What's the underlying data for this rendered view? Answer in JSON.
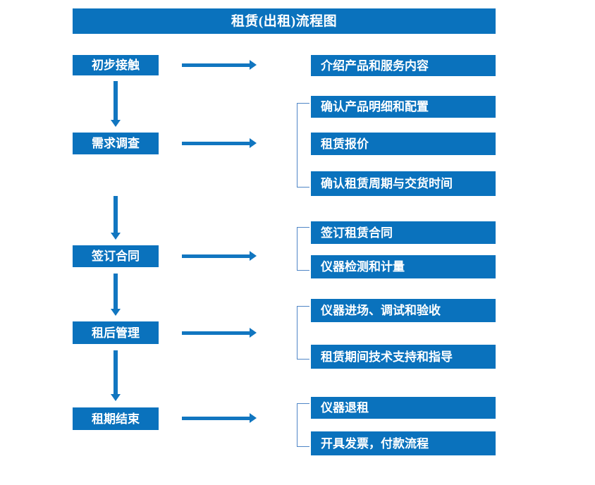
{
  "diagram": {
    "title": "租赁(出租)流程图",
    "theme": {
      "box_fill": "#0a72bd",
      "box_text": "#ffffff",
      "arrow": "#1176c0",
      "bracket": "#4f86c6",
      "background": "#ffffff"
    },
    "stages": [
      {
        "id": "stage-1",
        "label": "初步接触"
      },
      {
        "id": "stage-2",
        "label": "需求调查"
      },
      {
        "id": "stage-3",
        "label": "签订合同"
      },
      {
        "id": "stage-4",
        "label": "租后管理"
      },
      {
        "id": "stage-5",
        "label": "租期结束"
      }
    ],
    "detail_groups": [
      {
        "id": "group-1",
        "stage": "初步接触",
        "bracketed": false,
        "items": [
          {
            "id": "detail-1-1",
            "label": "介绍产品和服务内容"
          }
        ]
      },
      {
        "id": "group-2",
        "stage": "需求调查",
        "bracketed": true,
        "items": [
          {
            "id": "detail-2-1",
            "label": "确认产品明细和配置"
          },
          {
            "id": "detail-2-2",
            "label": "租赁报价"
          },
          {
            "id": "detail-2-3",
            "label": "确认租赁周期与交货时间"
          }
        ]
      },
      {
        "id": "group-3",
        "stage": "签订合同",
        "bracketed": true,
        "items": [
          {
            "id": "detail-3-1",
            "label": "签订租赁合同"
          },
          {
            "id": "detail-3-2",
            "label": "仪器检测和计量"
          }
        ]
      },
      {
        "id": "group-4",
        "stage": "租后管理",
        "bracketed": true,
        "items": [
          {
            "id": "detail-4-1",
            "label": "仪器进场、调试和验收"
          },
          {
            "id": "detail-4-2",
            "label": "租赁期间技术支持和指导"
          }
        ]
      },
      {
        "id": "group-5",
        "stage": "租期结束",
        "bracketed": true,
        "items": [
          {
            "id": "detail-5-1",
            "label": "仪器退租"
          },
          {
            "id": "detail-5-2",
            "label": "开具发票，付款流程"
          }
        ]
      }
    ],
    "connectors": {
      "down_arrow_count": 4,
      "right_arrow_count": 5
    }
  }
}
